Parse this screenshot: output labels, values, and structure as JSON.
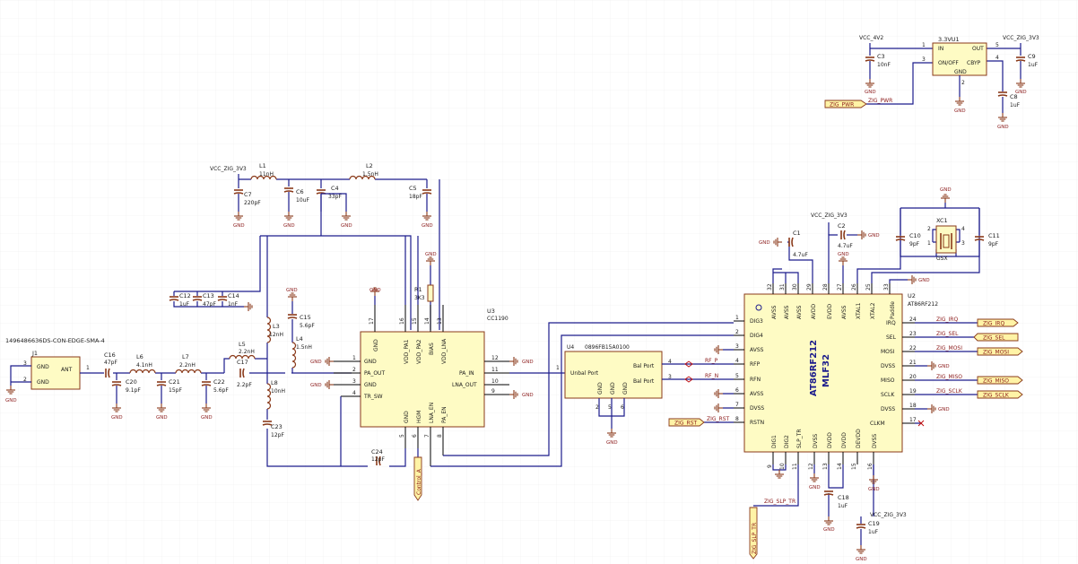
{
  "connector": {
    "part": "1496486636DS-CON-EDGE-SMA-4",
    "ref": "J1",
    "pin_gnd_a": "GND",
    "pin_gnd_b": "GND",
    "pin_ant": "ANT",
    "pin3": "3",
    "pin2": "2",
    "pin1": "1"
  },
  "components": [
    {
      "id": "C16",
      "ref": "C16",
      "value": "47pF"
    },
    {
      "id": "C20",
      "ref": "C20",
      "value": "9.1pF"
    },
    {
      "id": "L6",
      "ref": "L6",
      "value": "4.1nH"
    },
    {
      "id": "C21",
      "ref": "C21",
      "value": "15pF"
    },
    {
      "id": "L7",
      "ref": "L7",
      "value": "2.2nH"
    },
    {
      "id": "C22",
      "ref": "C22",
      "value": "5.6pF"
    },
    {
      "id": "L5",
      "ref": "L5",
      "value": "2.2nH"
    },
    {
      "id": "C17",
      "ref": "C17",
      "value": "2.2pF"
    },
    {
      "id": "L3",
      "ref": "L3",
      "value": "12nH"
    },
    {
      "id": "L8",
      "ref": "L8",
      "value": "10nH"
    },
    {
      "id": "C23",
      "ref": "C23",
      "value": "12pF"
    },
    {
      "id": "C15",
      "ref": "C15",
      "value": "5.6pF"
    },
    {
      "id": "L4",
      "ref": "L4",
      "value": "1.5nH"
    },
    {
      "id": "C12",
      "ref": "C12",
      "value": "1uF"
    },
    {
      "id": "C13",
      "ref": "C13",
      "value": "47pF"
    },
    {
      "id": "C14",
      "ref": "C14",
      "value": "1nF"
    },
    {
      "id": "L1",
      "ref": "L1",
      "value": "11nH"
    },
    {
      "id": "C7",
      "ref": "C7",
      "value": "220pF"
    },
    {
      "id": "C6",
      "ref": "C6",
      "value": "10uF"
    },
    {
      "id": "C4",
      "ref": "C4",
      "value": "33pF"
    },
    {
      "id": "L2",
      "ref": "L2",
      "value": "1.5nH"
    },
    {
      "id": "C5",
      "ref": "C5",
      "value": "18pF"
    },
    {
      "id": "R1",
      "ref": "R1",
      "value": "3K3"
    },
    {
      "id": "C24",
      "ref": "C24",
      "value": "12pF"
    },
    {
      "id": "C1",
      "ref": "C1",
      "value": "4.7uF"
    },
    {
      "id": "C2",
      "ref": "C2",
      "value": "4.7uF"
    },
    {
      "id": "C3",
      "ref": "C3",
      "value": "10nF"
    },
    {
      "id": "C9",
      "ref": "C9",
      "value": "1uF"
    },
    {
      "id": "C8",
      "ref": "C8",
      "value": "1uF"
    },
    {
      "id": "C10",
      "ref": "C10",
      "value": "9pF"
    },
    {
      "id": "C11",
      "ref": "C11",
      "value": "9pF"
    },
    {
      "id": "XC1",
      "ref": "XC1",
      "value": "GSX"
    },
    {
      "id": "C18",
      "ref": "C18",
      "value": "1uF"
    },
    {
      "id": "C19",
      "ref": "C19",
      "value": "1uF"
    }
  ],
  "u3": {
    "ref": "U3",
    "part": "CC1190",
    "pins_top": [
      "GND",
      "VDD_PA1",
      "VDD_PA2",
      "BIAS",
      "VDD_LNA"
    ],
    "pins_top_nums": [
      "17",
      "16",
      "15",
      "14",
      "13"
    ],
    "pins_left": [
      "GND",
      "PA_OUT",
      "GND",
      "TR_SW"
    ],
    "pins_left_nums": [
      "1",
      "2",
      "3",
      "4"
    ],
    "pins_right": [
      "PA_IN",
      "LNA_OUT"
    ],
    "pins_right_nums": [
      "12",
      "11",
      "10",
      "9"
    ],
    "pins_bottom": [
      "GND",
      "HGM",
      "LNA_EN",
      "PA_EN"
    ],
    "pins_bottom_nums": [
      "5",
      "6",
      "7",
      "8"
    ]
  },
  "u4": {
    "ref": "U4",
    "part": "0896FB15A0100",
    "pin_unbal": "Unbal Port",
    "pin_bal_a": "Bal Port",
    "pin_bal_b": "Bal Port",
    "pins_gnd": [
      "GND",
      "GND",
      "GND"
    ],
    "nums": [
      "1",
      "4",
      "3",
      "2",
      "5",
      "6"
    ]
  },
  "u2": {
    "ref": "U2",
    "part": "AT86RF212",
    "label_a": "AT86RF212",
    "label_b": "MLF32",
    "pins_left": [
      "DIG3",
      "DIG4",
      "AVSS",
      "RFP",
      "RFN",
      "AVSS",
      "DVSS",
      "RSTN"
    ],
    "pins_left_nums": [
      "1",
      "2",
      "3",
      "4",
      "5",
      "6",
      "7",
      "8"
    ],
    "pins_top": [
      "AVSS",
      "AVSS",
      "AVSS",
      "AVDD",
      "EVDD",
      "AVSS",
      "XTAL1",
      "XTAL2",
      "Paddle"
    ],
    "pins_top_nums": [
      "32",
      "31",
      "30",
      "29",
      "28",
      "27",
      "26",
      "25",
      "33"
    ],
    "pins_right": [
      "IRQ",
      "SEL",
      "MOSI",
      "DVSS",
      "MISO",
      "SCLK",
      "DVSS",
      "CLKM"
    ],
    "pins_right_nums": [
      "24",
      "23",
      "22",
      "21",
      "20",
      "19",
      "18",
      "17"
    ],
    "pins_bottom": [
      "DIG1",
      "DIG2",
      "SLP_TR",
      "DVSS",
      "DVDD",
      "DVDD",
      "DEVDD",
      "DVSS"
    ],
    "pins_bottom_nums": [
      "9",
      "10",
      "11",
      "12",
      "13",
      "14",
      "15",
      "16"
    ]
  },
  "u1": {
    "ref": "3.3VU1",
    "pin_in": "IN",
    "pin_onoff": "ON/OFF",
    "pin_out": "OUT",
    "pin_cbyp": "CBYP",
    "pin_gnd": "GND",
    "nums": [
      "1",
      "3",
      "5",
      "4",
      "2"
    ]
  },
  "power": {
    "vcc_zig_3v3": "VCC_ZIG_3V3",
    "vcc_4v2": "VCC_4V2",
    "gnd": "GND"
  },
  "nets": {
    "zig_pwr": "ZIG_PWR",
    "rf_p": "RF_P",
    "rf_n": "RF_N",
    "zig_rst": "ZIG_RST",
    "zig_slp_tr": "ZIG_SLP_TR",
    "zig_irq": "ZIG_IRQ",
    "zig_sel": "ZIG_SEL",
    "zig_mosi": "ZIG_MOSI",
    "zig_miso": "ZIG_MISO",
    "zig_sclk": "ZIG_SCLK",
    "control_a": "Control_A"
  },
  "ports": {
    "zig_pwr": "ZIG_PWR",
    "zig_rst": "ZIG_RST",
    "zig_slp_tr": "ZIG_SLP_TR",
    "zig_irq": "ZIG_IRQ",
    "zig_sel": "ZIG_SEL",
    "zig_mosi": "ZIG_MOSI",
    "zig_miso": "ZIG_MISO",
    "zig_sclk": "ZIG_SCLK",
    "control_a": "Control_A"
  },
  "misc_nums": {
    "one": "1",
    "two": "2",
    "three": "3",
    "four": "4"
  }
}
